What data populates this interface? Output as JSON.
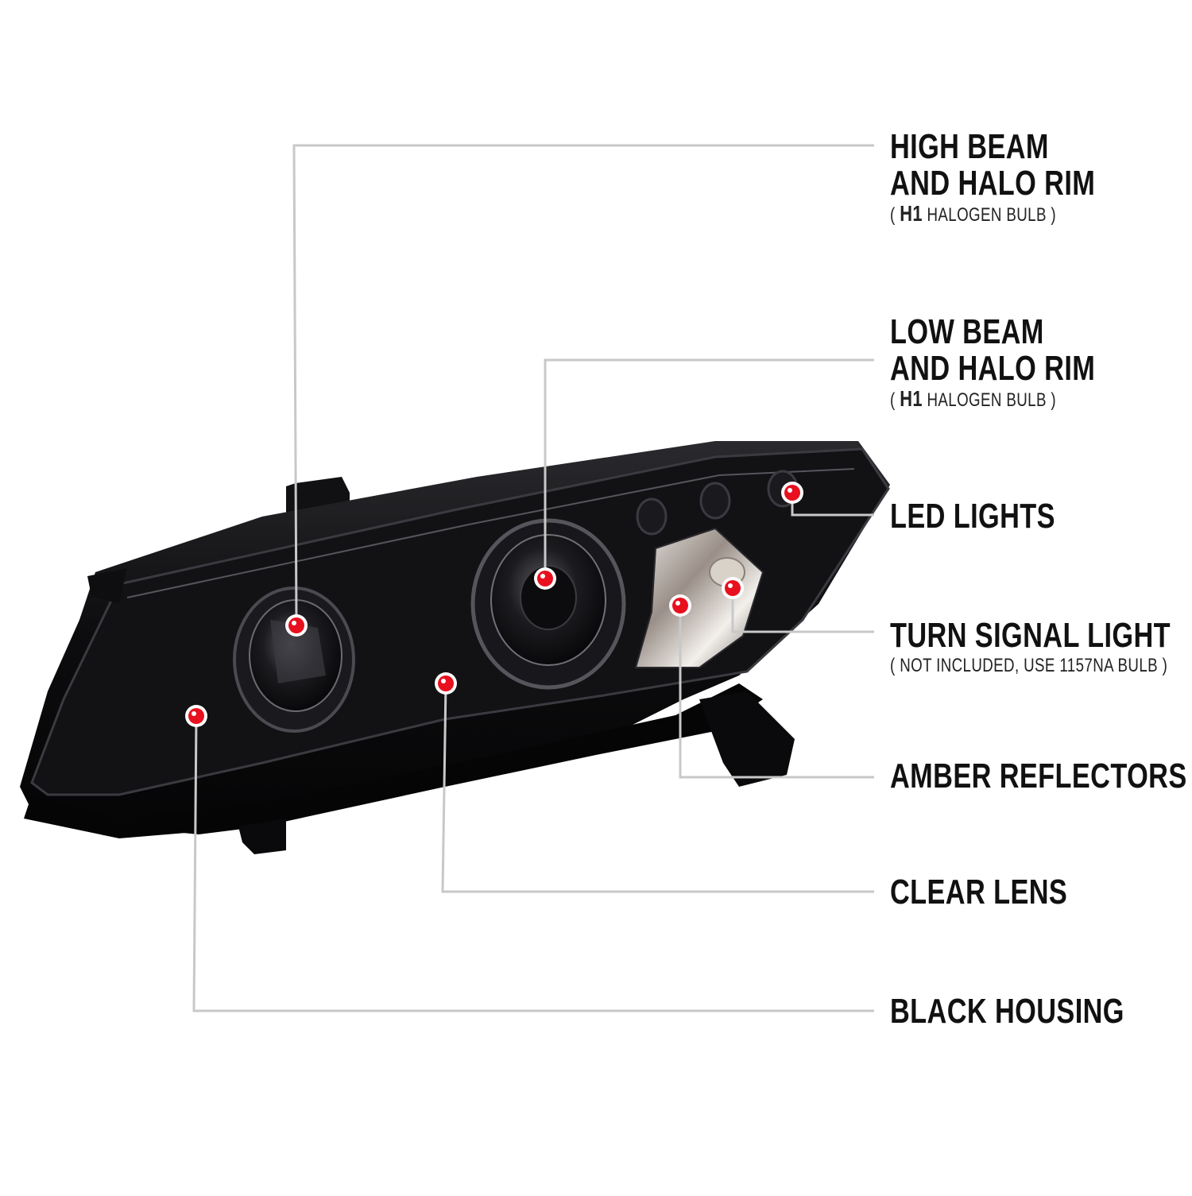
{
  "colors": {
    "leader_line": "#c8c8c8",
    "marker_dot": "#e8101e",
    "marker_ring": "#ffffff",
    "housing": "#0c0c0e",
    "text": "#111111"
  },
  "callouts": [
    {
      "id": "high-beam",
      "title_lines": [
        "HIGH BEAM",
        "AND HALO RIM"
      ],
      "sub_prefix": "( ",
      "sub_bold": "H1",
      "sub_text": " HALOGEN BULB )"
    },
    {
      "id": "low-beam",
      "title_lines": [
        "LOW BEAM",
        "AND HALO RIM"
      ],
      "sub_prefix": "( ",
      "sub_bold": "H1",
      "sub_text": " HALOGEN BULB )"
    },
    {
      "id": "led-lights",
      "title_lines": [
        "LED LIGHTS"
      ]
    },
    {
      "id": "turn-signal",
      "title_lines": [
        "TURN SIGNAL LIGHT"
      ],
      "sub_prefix": "( NOT INCLUDED, USE  1157NA  BULB )"
    },
    {
      "id": "amber-reflectors",
      "title_lines": [
        "AMBER REFLECTORS"
      ]
    },
    {
      "id": "clear-lens",
      "title_lines": [
        "CLEAR LENS"
      ]
    },
    {
      "id": "black-housing",
      "title_lines": [
        "BLACK HOUSING"
      ]
    }
  ],
  "markers": [
    {
      "name": "high-beam-marker"
    },
    {
      "name": "low-beam-marker"
    },
    {
      "name": "led-lights-marker"
    },
    {
      "name": "turn-signal-marker"
    },
    {
      "name": "amber-reflectors-marker"
    },
    {
      "name": "clear-lens-marker"
    },
    {
      "name": "black-housing-marker"
    }
  ]
}
